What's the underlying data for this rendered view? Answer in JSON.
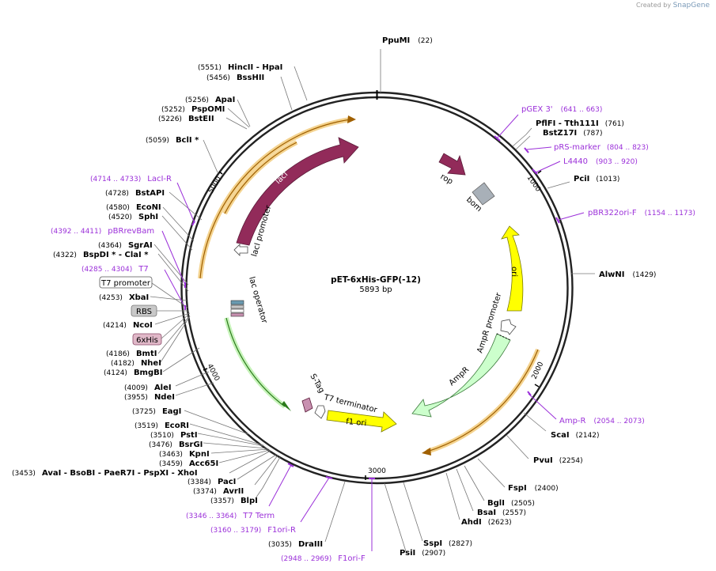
{
  "watermark": {
    "created_by": "Created by",
    "brand": "SnapGene"
  },
  "plasmid": {
    "name": "pET-6xHis-GFP(-12)",
    "length": "5893 bp",
    "total_bp": 5893
  },
  "colors": {
    "lacI": "#922b5a",
    "rop": "#922b5a",
    "ori": "#ffff00",
    "AmpR": "#ccffcc",
    "f1_ori": "#ffff00",
    "primer": "#9b30d9",
    "promoter": "#ffffff",
    "bom": "#a8b0b8",
    "orf_highlight": "#f0c060"
  },
  "ticks": [
    {
      "pos": 1000,
      "label": "1000"
    },
    {
      "pos": 2000,
      "label": "2000"
    },
    {
      "pos": 3000,
      "label": "3000"
    },
    {
      "pos": 4000,
      "label": "4000"
    },
    {
      "pos": 5000,
      "label": "5000"
    }
  ],
  "enzymes": [
    {
      "name": "PpuMI",
      "num": "(22)"
    },
    {
      "name": "PflFI - Tth111I",
      "num": "(761)"
    },
    {
      "name": "BstZ17I",
      "num": "(787)"
    },
    {
      "name": "PciI",
      "num": "(1013)"
    },
    {
      "name": "AlwNI",
      "num": "(1429)"
    },
    {
      "name": "ScaI",
      "num": "(2142)"
    },
    {
      "name": "PvuI",
      "num": "(2254)"
    },
    {
      "name": "FspI",
      "num": "(2400)"
    },
    {
      "name": "BglI",
      "num": "(2505)"
    },
    {
      "name": "BsaI",
      "num": "(2557)"
    },
    {
      "name": "AhdI",
      "num": "(2623)"
    },
    {
      "name": "SspI",
      "num": "(2827)"
    },
    {
      "name": "PsiI",
      "num": "(2907)"
    },
    {
      "name": "DraIII",
      "num": "(3035)"
    },
    {
      "name": "BlpI",
      "num": "(3357)"
    },
    {
      "name": "AvrII",
      "num": "(3374)"
    },
    {
      "name": "PacI",
      "num": "(3384)"
    },
    {
      "name": "AvaI - BsoBI - PaeR7I - PspXI - XhoI",
      "num": "(3453)"
    },
    {
      "name": "Acc65I",
      "num": "(3459)"
    },
    {
      "name": "KpnI",
      "num": "(3463)"
    },
    {
      "name": "BsrGI",
      "num": "(3476)"
    },
    {
      "name": "PstI",
      "num": "(3510)"
    },
    {
      "name": "EcoRI",
      "num": "(3519)"
    },
    {
      "name": "EagI",
      "num": "(3725)"
    },
    {
      "name": "NdeI",
      "num": "(3955)"
    },
    {
      "name": "AleI",
      "num": "(4009)"
    },
    {
      "name": "BmgBI",
      "num": "(4124)"
    },
    {
      "name": "NheI",
      "num": "(4182)"
    },
    {
      "name": "BmtI",
      "num": "(4186)"
    },
    {
      "name": "NcoI",
      "num": "(4214)"
    },
    {
      "name": "XbaI",
      "num": "(4253)"
    },
    {
      "name": "BspDI * - ClaI *",
      "num": "(4322)"
    },
    {
      "name": "SgrAI",
      "num": "(4364)"
    },
    {
      "name": "SphI",
      "num": "(4520)"
    },
    {
      "name": "EcoNI",
      "num": "(4580)"
    },
    {
      "name": "BstAPI",
      "num": "(4728)"
    },
    {
      "name": "BclI *",
      "num": "(5059)"
    },
    {
      "name": "BstEII",
      "num": "(5226)"
    },
    {
      "name": "PspOMI",
      "num": "(5252)"
    },
    {
      "name": "ApaI",
      "num": "(5256)"
    },
    {
      "name": "BssHII",
      "num": "(5456)"
    },
    {
      "name": "HincII - HpaI",
      "num": "(5551)"
    }
  ],
  "primers": [
    {
      "name": "pGEX 3'",
      "range": "(641 .. 663)"
    },
    {
      "name": "pRS-marker",
      "range": "(804 .. 823)"
    },
    {
      "name": "L4440",
      "range": "(903 .. 920)"
    },
    {
      "name": "pBR322ori-F",
      "range": "(1154 .. 1173)"
    },
    {
      "name": "Amp-R",
      "range": "(2054 .. 2073)"
    },
    {
      "name": "F1ori-F",
      "range": "(2948 .. 2969)"
    },
    {
      "name": "F1ori-R",
      "range": "(3160 .. 3179)"
    },
    {
      "name": "T7 Term",
      "range": "(3346 .. 3364)"
    },
    {
      "name": "T7",
      "range": "(4285 .. 4304)"
    },
    {
      "name": "pBRrevBam",
      "range": "(4392 .. 4411)"
    },
    {
      "name": "LacI-R",
      "range": "(4714 .. 4733)"
    }
  ],
  "features": {
    "lacI": "lacI",
    "lacI_promoter": "lacI promoter",
    "rop": "rop",
    "bom": "bom",
    "ori": "ori",
    "AmpR_promoter": "AmpR promoter",
    "AmpR": "AmpR",
    "f1_ori": "f1 ori",
    "T7_terminator": "T7 terminator",
    "S_Tag": "S-Tag",
    "lac_operator": "lac operator"
  },
  "boxed_labels": {
    "t7_promoter": "T7 promoter",
    "rbs": "RBS",
    "his": "6xHis"
  }
}
